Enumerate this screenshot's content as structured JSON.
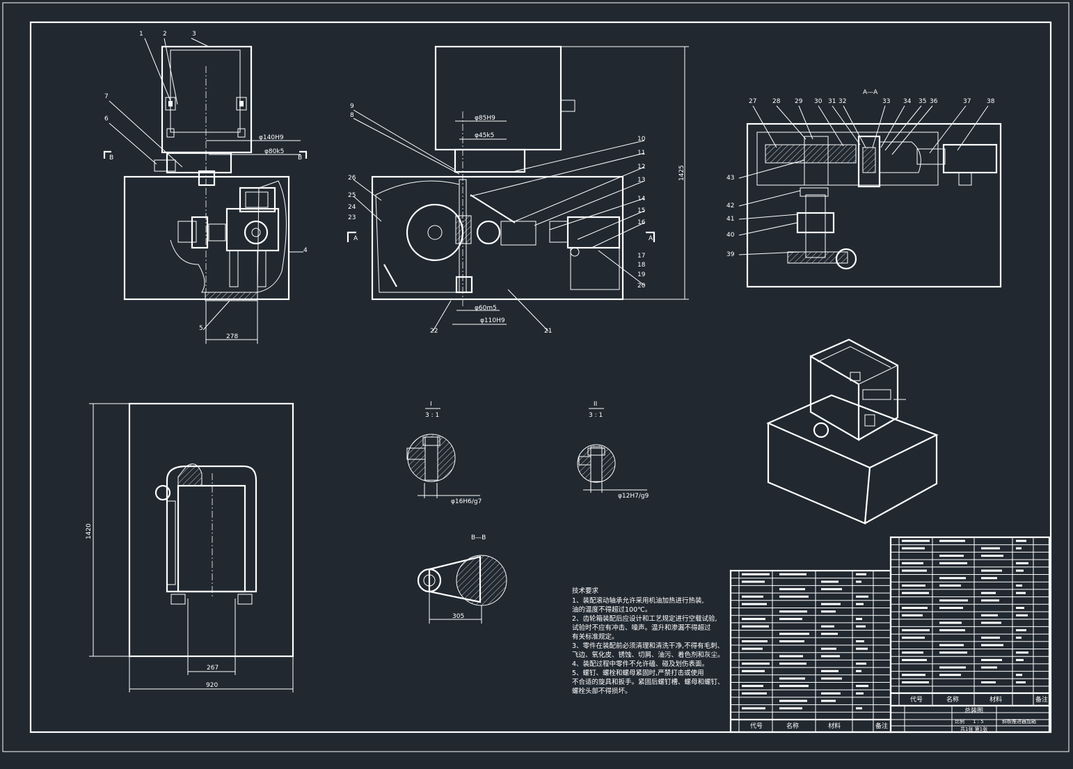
{
  "drawing": {
    "view_labels": {
      "section_a": "A—A",
      "section_b": "B—B",
      "detail_1": "I",
      "detail_1_scale": "3 : 1",
      "detail_2": "II",
      "detail_2_scale": "3 : 1",
      "mark_a_left": "A",
      "mark_a_right": "A",
      "mark_b_left": "B",
      "mark_b_right": "B"
    },
    "part_numbers": [
      "1",
      "2",
      "3",
      "4",
      "5",
      "6",
      "7",
      "8",
      "9",
      "10",
      "11",
      "12",
      "13",
      "14",
      "15",
      "16",
      "17",
      "18",
      "19",
      "20",
      "21",
      "22",
      "23",
      "24",
      "25",
      "26",
      "27",
      "28",
      "29",
      "30",
      "31",
      "32",
      "33",
      "34",
      "35",
      "36",
      "37",
      "38",
      "39",
      "40",
      "41",
      "42",
      "43"
    ],
    "dimensions": {
      "front_d1": "φ140H9",
      "front_d2": "φ80k5",
      "front_w": "278",
      "side_d1": "φ85H9",
      "side_d2": "φ45k5",
      "side_d3": "φ60m5",
      "side_d4": "φ110H9",
      "side_h": "1425",
      "plan_h": "1420",
      "plan_w": "920",
      "plan_inner": "267",
      "detail1_fit": "φ16H6/g7",
      "detail2_fit": "φ12H7/g9",
      "bb_len": "305"
    },
    "tech_notes": {
      "title": "技术要求",
      "lines": [
        "1、装配滚动轴承允许采用机油加热进行热装,",
        "油的温度不得超过100℃。",
        "2、齿轮箱装配后应设计和工艺规定进行空载试验,",
        "试验时不应有冲击、噪声。温升和渗漏不得超过",
        "有关标准规定。",
        "3、零件在装配前必须清理和清洗干净,不得有毛刺、",
        "飞边、氧化皮、锈蚀、切屑、油污、着色剂和灰尘。",
        "4、装配过程中零件不允许磕、碰及划伤表面。",
        "5、螺钉、螺栓和螺母紧固时,严禁打击或使用",
        "不合适的旋具和扳手。紧固后螺钉槽、螺母和螺钉、",
        "螺栓头部不得损坏。"
      ]
    }
  },
  "title_block": {
    "col_code": "代号",
    "col_name": "名称",
    "col_material": "材料",
    "col_remark": "备注",
    "drawing_name": "总装图",
    "scale_label": "比例",
    "scale_value": "1 : 5",
    "sheet_info": "共1张 第1张",
    "product": "斜楔推进器加箱"
  }
}
